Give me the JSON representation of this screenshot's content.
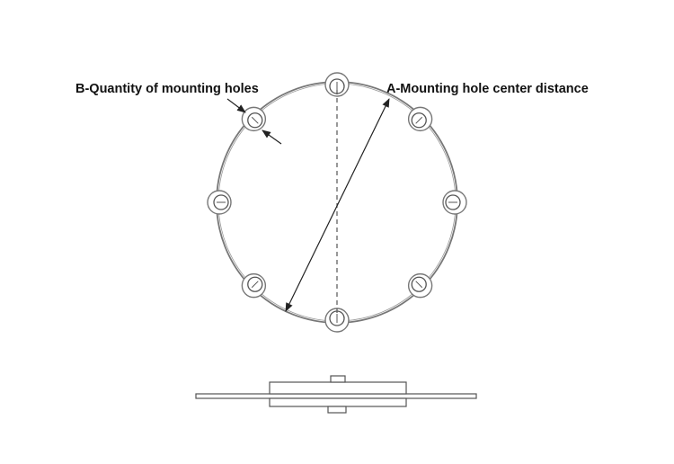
{
  "labels": {
    "b": "B-Quantity of mounting holes",
    "a": "A-Mounting hole center distance"
  },
  "colors": {
    "line": "#555555",
    "outline": "#777777",
    "text": "#111111",
    "background": "#ffffff"
  },
  "diagram": {
    "mounting_hole_count": 8
  }
}
